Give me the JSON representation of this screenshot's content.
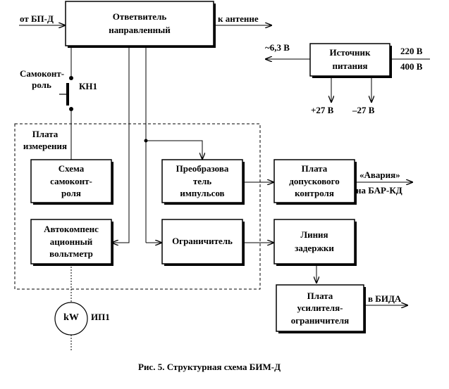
{
  "blocks": {
    "coupler": "Ответвитель\nнаправленный",
    "power": "Источник\nпитания",
    "self_check": "Схема\nсамоконт-\nроля",
    "converter": "Преобразова\nтель\nимпульсов",
    "admission": "Плата\nдопускового\nконтроля",
    "voltmeter": "Автокомпенс\nационный\nвольтметр",
    "limiter": "Ограничитель",
    "delay": "Линия\nзадержки",
    "amplifier": "Плата\nусилителя-\nограничителя"
  },
  "labels": {
    "from_bpd": "от БП-Д",
    "to_antenna": "к антенне",
    "v63": "~6,3  В",
    "v220": "220 В",
    "v400": "400 В",
    "v27p": "+27 В",
    "v27m": "–27 В",
    "selfcontrol": "Самоконт-\nроль",
    "kn1": "КН1",
    "board": "Плата\nизмерения",
    "alarm": "«Авария»",
    "to_bar": "на БАР-КД",
    "to_bida": "в БИДА",
    "meter": "kW",
    "ip1": "ИП1"
  },
  "caption": "Рис. 5. Структурная схема БИМ-Д"
}
